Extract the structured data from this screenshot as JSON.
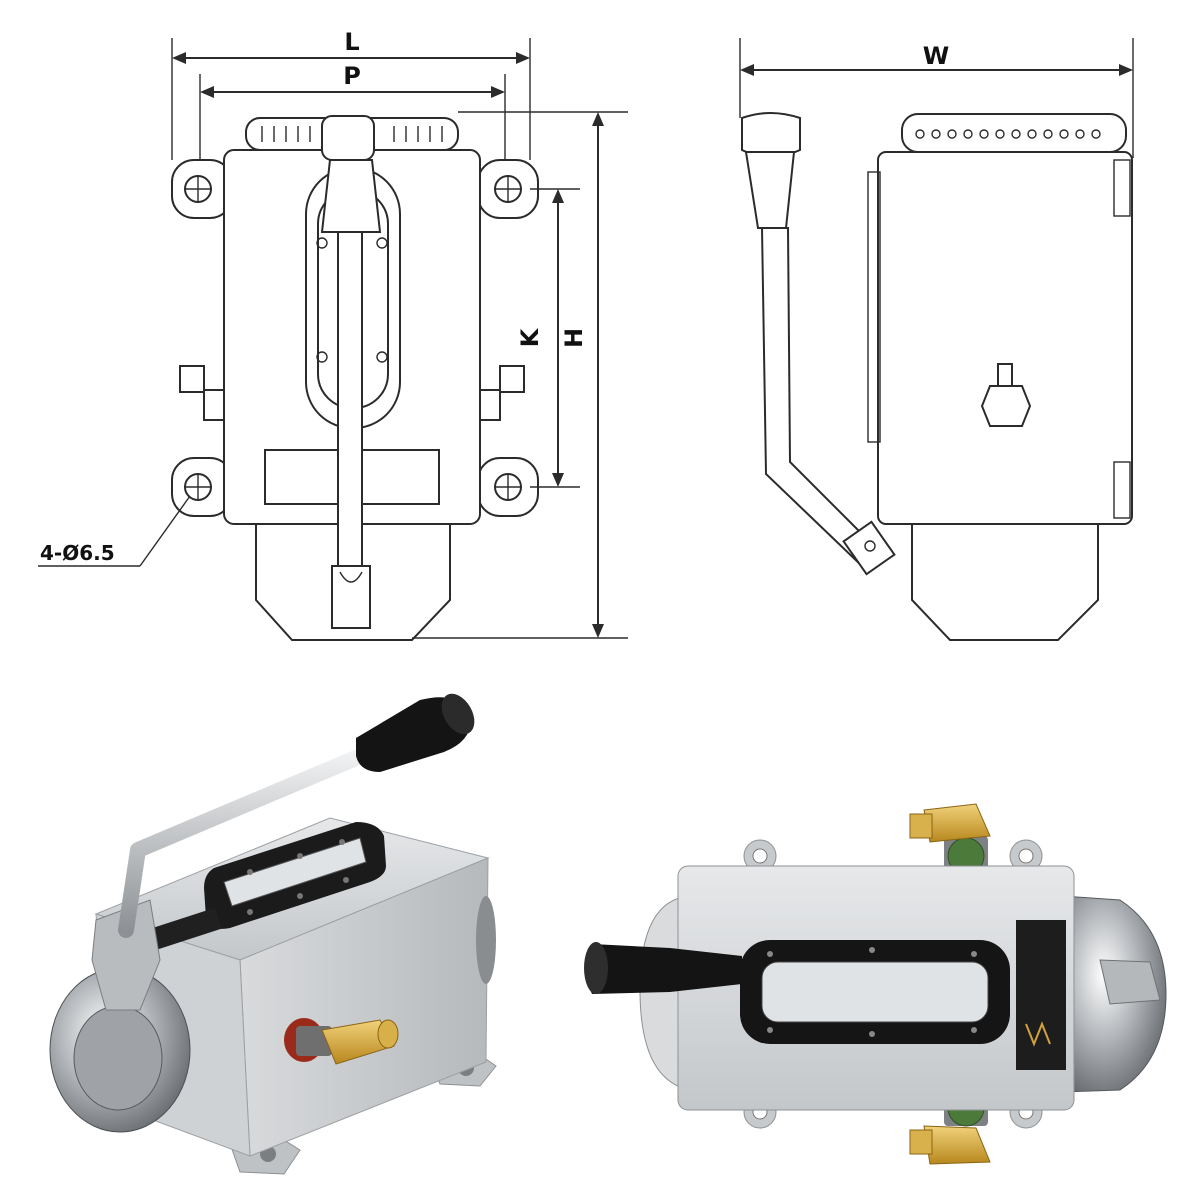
{
  "drawing": {
    "front_view": {
      "label_L": "L",
      "label_P": "P",
      "label_K": "K",
      "label_H": "H",
      "label_holes": "4-Ø6.5"
    },
    "side_view": {
      "label_W": "W"
    }
  },
  "photos": {
    "left_photo": {
      "subject": "manual lubrication pump, angled view",
      "body_color": "#c9cccf"
    },
    "right_photo": {
      "subject": "manual lubrication pump, top view",
      "body_color": "#c9cccf"
    }
  },
  "colors": {
    "line": "#2b2b2b",
    "metal": "#c9cccf",
    "brass": "#d4a93a",
    "handle": "#141414"
  }
}
